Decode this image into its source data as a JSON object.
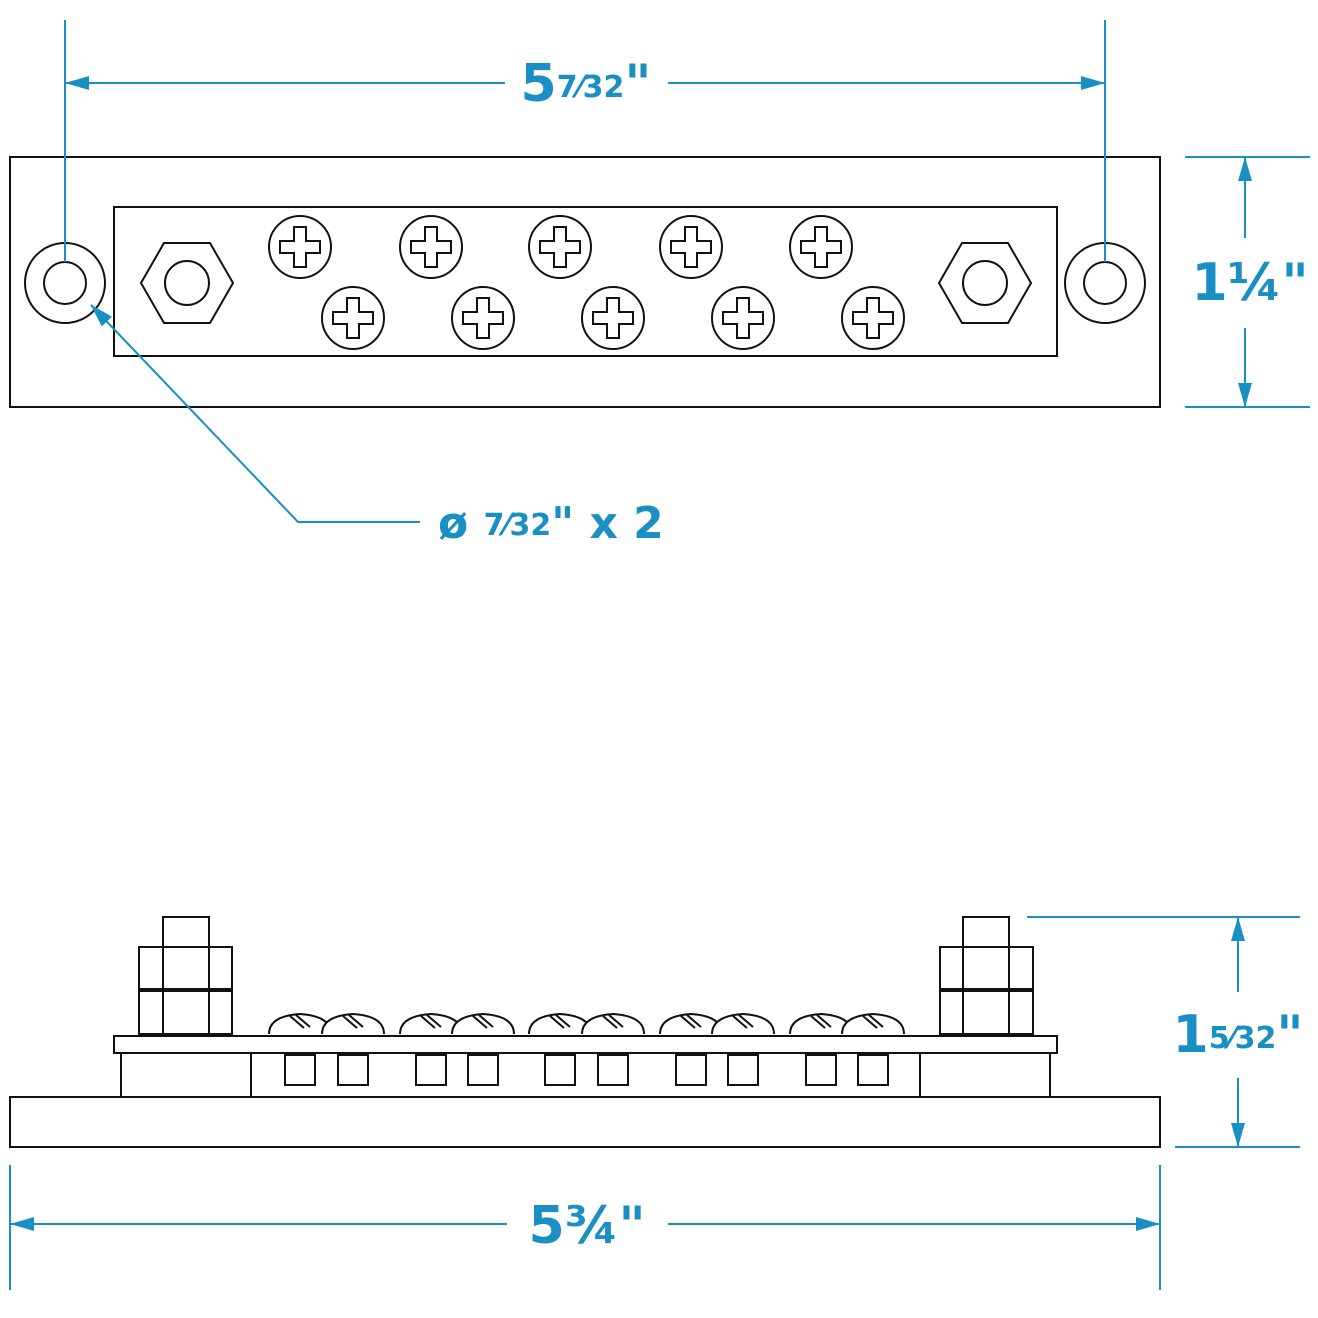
{
  "colors": {
    "dimension": "#1a8fc4",
    "line": "#111111",
    "background": "#ffffff"
  },
  "top_view": {
    "terminal_screw_count": 10,
    "stud_count": 2,
    "mount_hole_count": 2
  },
  "side_view": {
    "terminal_screw_count": 10,
    "stud_count": 2
  },
  "dimensions": {
    "hole_spacing": {
      "whole": "5",
      "frac": "7⁄32",
      "unit": "\""
    },
    "top_height": {
      "whole": "1",
      "frac": "¼",
      "unit": "\""
    },
    "hole_diameter": {
      "symbol": "ø",
      "frac": "7⁄32",
      "unit": "\"",
      "qty": "x 2"
    },
    "side_height": {
      "whole": "1",
      "frac": "5⁄32",
      "unit": "\""
    },
    "overall_length": {
      "whole": "5",
      "frac": "¾",
      "unit": "\""
    }
  }
}
